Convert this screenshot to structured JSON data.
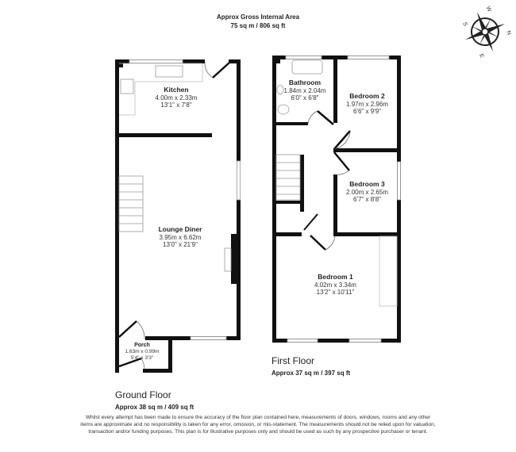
{
  "header": {
    "title": "Approx Gross Internal Area",
    "area": "75 sq m / 806 sq ft"
  },
  "compass": {
    "icon": "compass-rose-icon",
    "n": "N",
    "e": "E",
    "s": "S",
    "w": "W"
  },
  "ground_floor": {
    "name": "Ground Floor",
    "area": "Approx 38 sq m / 409 sq ft",
    "rooms": [
      {
        "name": "Kitchen",
        "metric": "4.00m x 2.33m",
        "imperial": "13'1\" x 7'8\""
      },
      {
        "name": "Lounge Diner",
        "metric": "3.95m x 6.62m",
        "imperial": "13'0\" x 21'9\""
      },
      {
        "name": "Porch",
        "metric": "1.63m x 0.99m",
        "imperial": "5'4\" x 3'3\""
      }
    ]
  },
  "first_floor": {
    "name": "First Floor",
    "area": "Approx 37 sq m / 397 sq ft",
    "rooms": [
      {
        "name": "Bathroom",
        "metric": "1.84m x 2.04m",
        "imperial": "6'0\" x 6'8\""
      },
      {
        "name": "Bedroom 2",
        "metric": "1.97m x 2.96m",
        "imperial": "6'6\" x 9'9\""
      },
      {
        "name": "Bedroom 3",
        "metric": "2.00m x 2.65m",
        "imperial": "6'7\" x 8'8\""
      },
      {
        "name": "Bedroom 1",
        "metric": "4.02m x 3.34m",
        "imperial": "13'2\" x 10'11\""
      }
    ]
  },
  "disclaimer": "Whilst every attempt has been made to ensure the accuracy of the floor plan contained here, measurements of doors, windows, rooms and any other items are approximate and no responsibility is taken for any error, omission, or mis-statement. The measurements should not be relied upon for valuation, transaction and/or funding purposes. This plan is for illustrative purposes only and should be used as such by any prospective purchaser or tenant.",
  "colors": {
    "wall": "#111111",
    "fixture": "#aaaaaa"
  }
}
